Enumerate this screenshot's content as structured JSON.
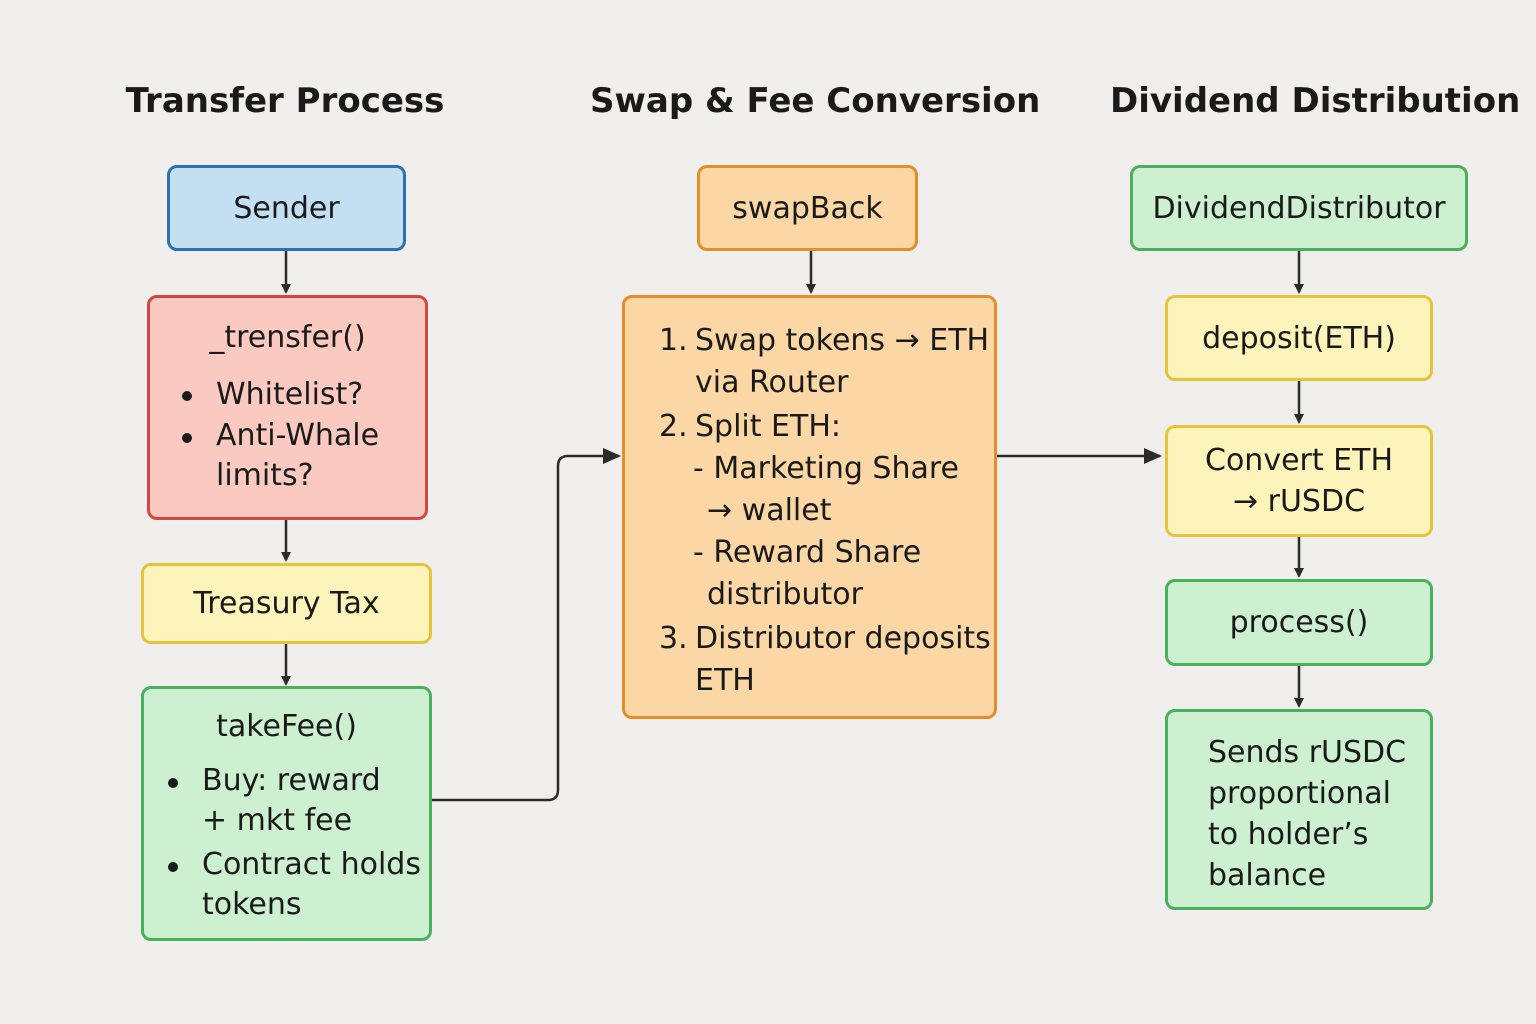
{
  "columns": {
    "transfer": {
      "title": "Transfer Process",
      "sender": "Sender",
      "trensfer": {
        "title": "_trensfer()",
        "items": [
          "Whitelist?",
          "Anti-Whale limits?"
        ],
        "lines": [
          "Whitelist?",
          "Anti-Whale",
          "limits?"
        ]
      },
      "treasury_tax": "Treasury Tax",
      "take_fee": {
        "title": "takeFee()",
        "b1_l1": "Buy: reward",
        "b1_l2": "+ mkt fee",
        "b2_l1": "Contract holds",
        "b2_l2": "tokens"
      }
    },
    "swap": {
      "title": "Swap & Fee Conversion",
      "swap_back": "swapBack",
      "steps": {
        "s1_num": "1.",
        "s1_l1": "Swap tokens → ETH",
        "s1_l2": "via Router",
        "s2_num": "2.",
        "s2_l1": "Split ETH:",
        "s2_a1": "- Marketing Share",
        "s2_a2": "→ wallet",
        "s2_b1": "- Reward Share",
        "s2_b2": "distributor",
        "s3_num": "3.",
        "s3_l1": "Distributor deposits",
        "s3_l2": "ETH"
      }
    },
    "dividend": {
      "title": "Dividend Distribution",
      "distributor": "DividendDistributor",
      "deposit": "deposit(ETH)",
      "convert_l1": "Convert ETH",
      "convert_l2": "→ rUSDC",
      "process": "process()",
      "sends": [
        "Sends rUSDC",
        "proportional",
        "to holder’s",
        "balance"
      ]
    }
  },
  "colors": {
    "blue_fill": "#c3e0f3",
    "red_fill": "#fac9c0",
    "yellow_fill": "#fdf4bb",
    "green_fill": "#cdf0d0",
    "orange_fill": "#fcd7a6",
    "arrow": "#2b2b2b"
  }
}
